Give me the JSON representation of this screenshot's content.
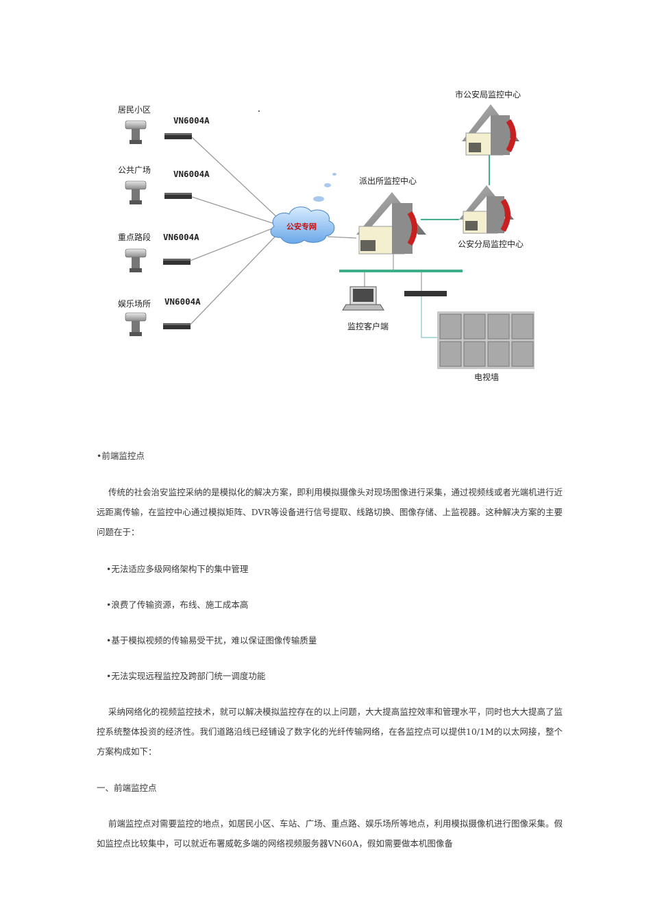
{
  "diagram": {
    "sites": [
      {
        "name": "居民小区",
        "device": "VN6004A"
      },
      {
        "name": "公共广场",
        "device": "VN6004A"
      },
      {
        "name": "重点路段",
        "device": "VN6004A"
      },
      {
        "name": "娱乐场所",
        "device": "VN6004A"
      }
    ],
    "cloud_label": "公安专网",
    "police_station": "派出所监控中心",
    "city_bureau": "市公安局监控中心",
    "branch_bureau": "公安分局监控中心",
    "client_label": "监控客户端",
    "tv_wall_label": "电视墙"
  },
  "content": {
    "heading_front_point": "•前端监控点",
    "para_intro": "传统的社会治安监控采纳的是模拟化的解决方案，即利用模拟摄像头对现场图像进行采集，通过视频线或者光端机进行近远距离传输，在监控中心通过模拟矩阵、DVR等设备进行信号提取、线路切换、图像存储、上监视器。这种解决方案的主要问题在于：",
    "bullets": [
      "•无法适应多级网络架构下的集中管理",
      "•浪费了传输资源，布线、施工成本高",
      "•基于模拟视频的传输易受干扰，难以保证图像传输质量",
      "•无法实现远程监控及跨部门统一调度功能"
    ],
    "para_network": "采纳网络化的视频监控技术，就可以解决模拟监控存在的以上问题，大大提高监控效率和管理水平，同时也大大提高了监控系统整体投资的经济性。我们道路沿线已经铺设了数字化的光纤传输网络，在各监控点可以提供10/1M的以太网接，整个方案构成如下：",
    "section_heading": "一、前端监控点",
    "para_front": "前端监控点对需要监控的地点，如居民小区、车站、广场、重点路、娱乐场所等地点，利用模拟摄像机进行图像采集。假如监控点比较集中，可以就近布署威乾多端的网络视频服务器VN60A，假如需要做本机图像备"
  }
}
